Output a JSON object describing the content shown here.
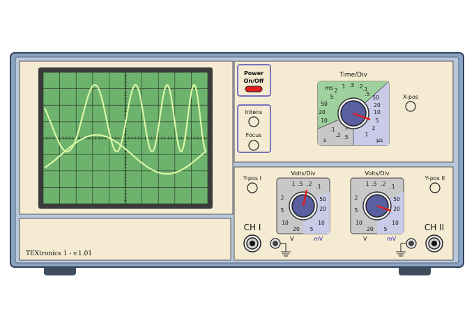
{
  "brand": {
    "name": "TEXtronics 1 - v.1.01",
    "logo": "TEXtronics",
    "version_suffix": "1 - v.1.01"
  },
  "controls": {
    "power": {
      "label_line1": "Power",
      "label_line2": "On/Off",
      "state": "on",
      "led_color": "#e11d1d"
    },
    "intens": {
      "label": "Intens"
    },
    "focus": {
      "label": "Focus"
    },
    "x_pos": {
      "label": "X-pos"
    },
    "y_pos_1": {
      "label": "Y-pos I"
    },
    "y_pos_2": {
      "label": "Y-pos II"
    },
    "time_div": {
      "title": "Time/Div",
      "unit_ms": "ms",
      "unit_s": "s",
      "unit_us": "µs",
      "ms_ticks": [
        "1",
        ".5",
        ".2",
        ".1",
        "2",
        "5",
        "10",
        "20",
        "50"
      ],
      "s_ticks": [
        ".1",
        ".2",
        ".5",
        "1"
      ],
      "us_ticks": [
        ".5",
        ".2",
        ".1",
        "50",
        "20",
        "10",
        "5",
        "2",
        "1"
      ]
    },
    "volts_div_1": {
      "title": "Volts/Div",
      "ticks_v": [
        "1",
        ".5",
        ".2",
        ".1",
        "2",
        "5",
        "10",
        "20"
      ],
      "ticks_mv": [
        "50",
        "20",
        "10",
        "5"
      ],
      "unit_v": "V",
      "unit_mv": "mV"
    },
    "volts_div_2": {
      "title": "Volts/Div",
      "ticks_v": [
        "1",
        ".5",
        ".2",
        ".1",
        "2",
        "5",
        "10",
        "20"
      ],
      "ticks_mv": [
        "50",
        "20",
        "10",
        "5"
      ],
      "unit_v": "V",
      "unit_mv": "mV"
    },
    "ch1": {
      "label": "CH I"
    },
    "ch2": {
      "label": "CH II"
    }
  },
  "colors": {
    "screen": "#6db36d",
    "trace": "#d9f7a6",
    "panel": "#f5ead2",
    "chassis": "#8aa4c4",
    "knob": "#5a5fa0",
    "needle": "#e11d1d",
    "ms_sector": "#9ed19e",
    "us_sector": "#c9cbe8",
    "s_sector": "#c8c8c8"
  }
}
